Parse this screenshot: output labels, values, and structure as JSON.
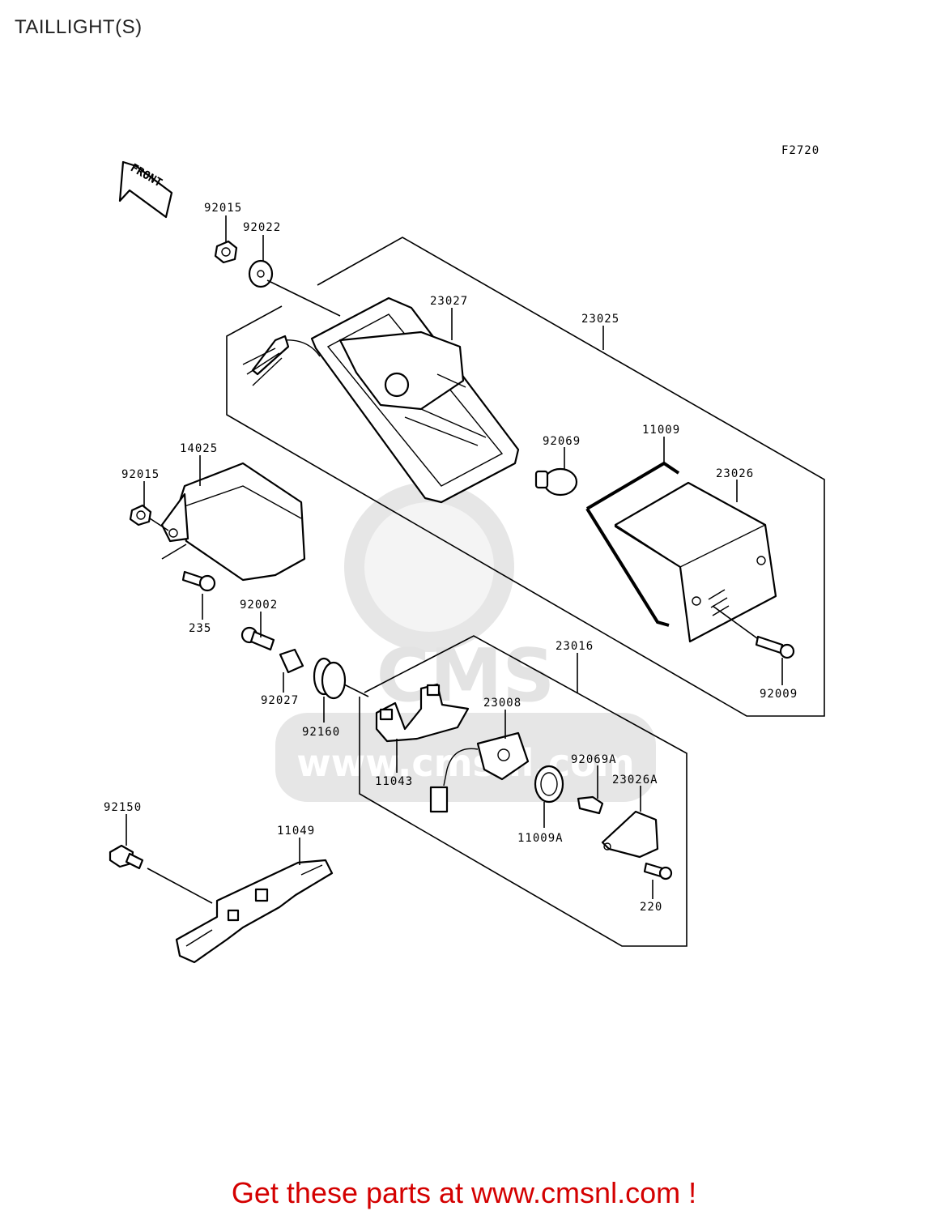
{
  "title": "TAILLIGHT(S)",
  "figure_code": "F2720",
  "front_label": "FRONT",
  "parts": {
    "p92015_a": "92015",
    "p92022": "92022",
    "p23027": "23027",
    "p23025": "23025",
    "p14025": "14025",
    "p92015_b": "92015",
    "p92069": "92069",
    "p11009": "11009",
    "p23026": "23026",
    "p235": "235",
    "p92002": "92002",
    "p23016": "23016",
    "p92027": "92027",
    "p92160": "92160",
    "p23008": "23008",
    "p92009": "92009",
    "p11043": "11043",
    "p92069A": "92069A",
    "p23026A": "23026A",
    "p11009A": "11009A",
    "p92150": "92150",
    "p11049": "11049",
    "p220": "220"
  },
  "watermark": {
    "brand": "CMS",
    "site": "www.cmsnl.com"
  },
  "promo_text": "Get these parts at www.cmsnl.com !",
  "colors": {
    "promo": "#d40000",
    "line": "#000000",
    "watermark": "#e3e3e3"
  }
}
